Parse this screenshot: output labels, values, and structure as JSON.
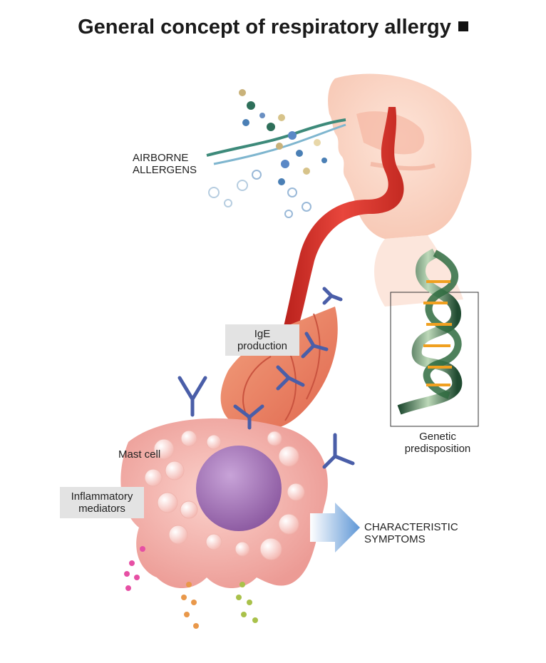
{
  "title": "General concept of respiratory allergy",
  "labels": {
    "airborne_allergens": [
      "AIRBORNE",
      "ALLERGENS"
    ],
    "ige_production": [
      "IgE",
      "production"
    ],
    "genetic_predisposition": [
      "Genetic",
      "predisposition"
    ],
    "mast_cell": "Mast cell",
    "inflammatory_mediators": [
      "Inflammatory",
      "mediators"
    ],
    "characteristic_symptoms": [
      "CHARACTERISTIC",
      "SYMPTOMS"
    ]
  },
  "icons": [
    "allergen-particles",
    "head-profile",
    "airway-vessel",
    "dna-helix",
    "ige-antibody",
    "mast-cell",
    "arrow-right"
  ],
  "colors": {
    "vessel": "#d9332b",
    "cell": "#f2aaa5",
    "nucleus": "#9c6bb0",
    "antibody": "#4a5ea8",
    "arrow": "#8fb6e0",
    "label_box": "#e3e3e3"
  }
}
